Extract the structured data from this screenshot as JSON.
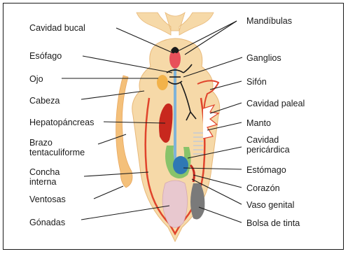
{
  "diagram": {
    "labels_left": [
      {
        "id": "cavidad-bucal",
        "lines": [
          "Cavidad bucal"
        ]
      },
      {
        "id": "esofago",
        "lines": [
          "Esófago"
        ]
      },
      {
        "id": "ojo",
        "lines": [
          "Ojo"
        ]
      },
      {
        "id": "cabeza",
        "lines": [
          "Cabeza"
        ]
      },
      {
        "id": "hepatopancreas",
        "lines": [
          "Hepatopáncreas"
        ]
      },
      {
        "id": "brazo-tentaculiforme",
        "lines": [
          "Brazo",
          "tentaculiforme"
        ]
      },
      {
        "id": "concha-interna",
        "lines": [
          "Concha",
          "interna"
        ]
      },
      {
        "id": "ventosas",
        "lines": [
          "Ventosas"
        ]
      },
      {
        "id": "gonadas",
        "lines": [
          "Gónadas"
        ]
      }
    ],
    "labels_right": [
      {
        "id": "mandibulas",
        "lines": [
          "Mandíbulas"
        ]
      },
      {
        "id": "ganglios",
        "lines": [
          "Ganglios"
        ]
      },
      {
        "id": "sifon",
        "lines": [
          "Sifón"
        ]
      },
      {
        "id": "cavidad-paleal",
        "lines": [
          "Cavidad paleal"
        ]
      },
      {
        "id": "manto",
        "lines": [
          "Manto"
        ]
      },
      {
        "id": "cavidad-pericardica",
        "lines": [
          "Cavidad",
          "pericárdica"
        ]
      },
      {
        "id": "estomago",
        "lines": [
          "Estómago"
        ]
      },
      {
        "id": "corazon",
        "lines": [
          "Corazón"
        ]
      },
      {
        "id": "vaso-genital",
        "lines": [
          "Vaso genital"
        ]
      },
      {
        "id": "bolsa-de-tinta",
        "lines": [
          "Bolsa de tinta"
        ]
      }
    ]
  },
  "colors": {
    "body": "#f6d9a8",
    "mantle_outline": "#e0442c",
    "hepatopancreas": "#c8281e",
    "esophagus": "#7fb3d9",
    "stomach": "#2f78b4",
    "heart_region": "#88c36a",
    "gonads": "#e8c8cf",
    "ink_sac": "#7a7a7a",
    "ganglia": "#1a1a1a",
    "eye": "#f2b24a"
  }
}
